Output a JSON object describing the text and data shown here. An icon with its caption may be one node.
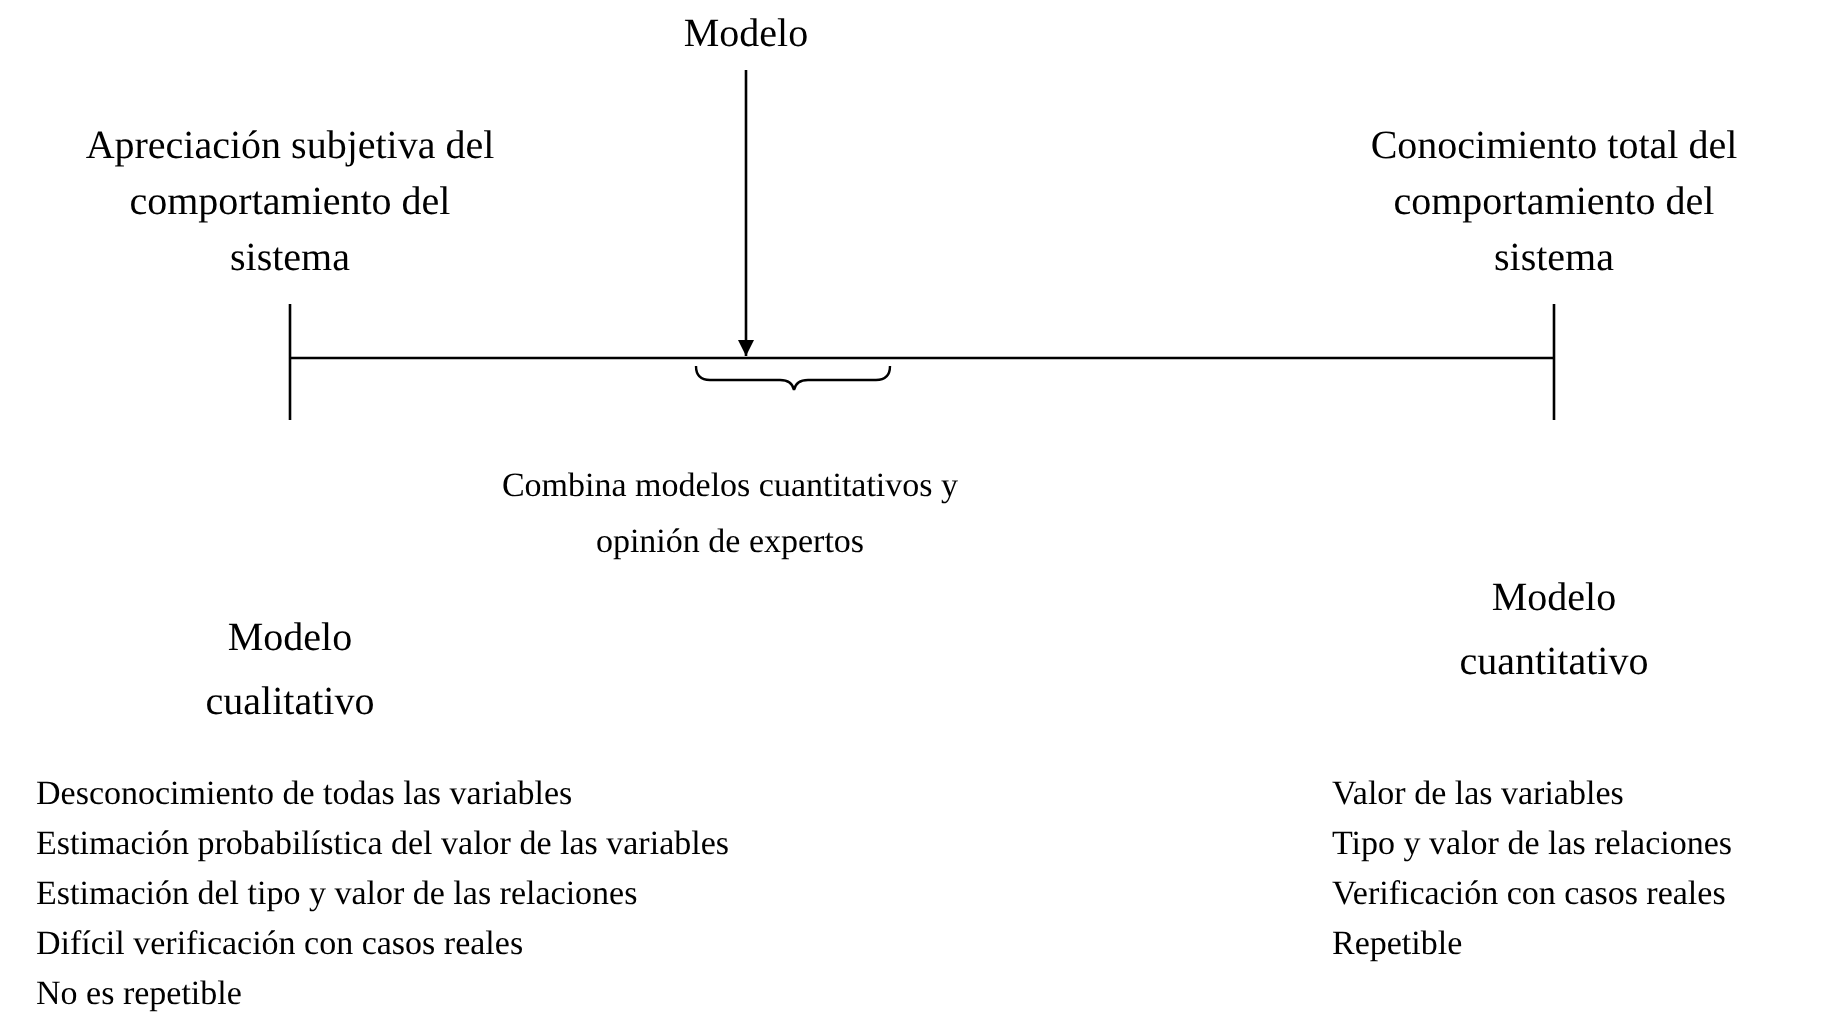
{
  "diagram": {
    "nodes": [
      {
        "text": [
          "Modelo"
        ]
      },
      {
        "text": [],
        "shape": "bar"
      }
    ],
    "edges": [
      {
        "from": 0,
        "to": 1,
        "arrow": "to"
      }
    ],
    "labels": [
      "Apreciación subjetiva del comportamiento del sistema",
      "Conocimiento total del comportamiento del sistema",
      "Combina modelos cuantitativos y opinión de expertos",
      "Modelo cualitativo",
      "Modelo cuantitativo",
      "Desconocimiento de todas las variables",
      "Estimación probabilística del valor de las variables",
      "Estimación del tipo y valor de las relaciones",
      "Difícil verificación con casos reales",
      "No es repetible",
      "Valor de las variables",
      "Tipo y valor de las relaciones",
      "Verificación con casos reales",
      "Repetible"
    ]
  }
}
